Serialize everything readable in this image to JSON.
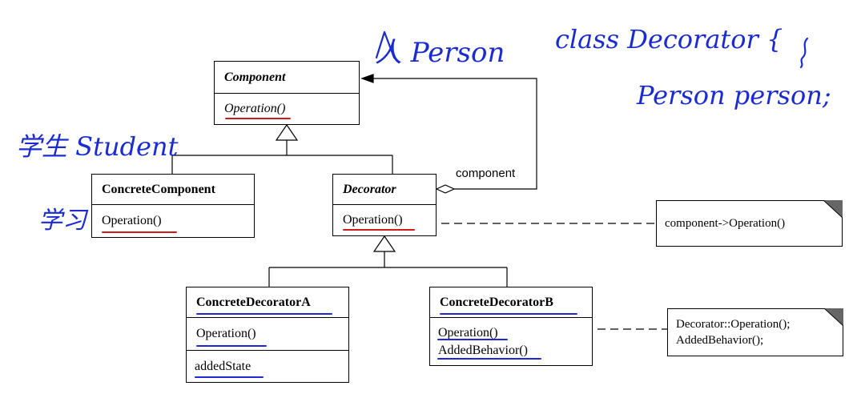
{
  "classes": {
    "component": {
      "name": "Component",
      "operation": "Operation()"
    },
    "concrete_component": {
      "name": "ConcreteComponent",
      "operation": "Operation()"
    },
    "decorator": {
      "name": "Decorator",
      "operation": "Operation()"
    },
    "concrete_decorator_a": {
      "name": "ConcreteDecoratorA",
      "operation": "Operation()",
      "attribute": "addedState"
    },
    "concrete_decorator_b": {
      "name": "ConcreteDecoratorB",
      "operation": "Operation()",
      "behavior": "AddedBehavior()"
    }
  },
  "association_label": "component",
  "notes": {
    "decorator_note": {
      "line1": "component->Operation()"
    },
    "decorator_b_note": {
      "line1": "Decorator::Operation();",
      "line2": "AddedBehavior();"
    }
  },
  "handwriting": {
    "person": "人 Person",
    "class_decl_line1": "class Decorator {",
    "class_decl_line2": "Person person;",
    "student": "学生 Student",
    "study": "学习"
  },
  "colors": {
    "annotation_ink": "#1a2bd1",
    "underline_red": "#d11a1a",
    "line": "#000000"
  }
}
